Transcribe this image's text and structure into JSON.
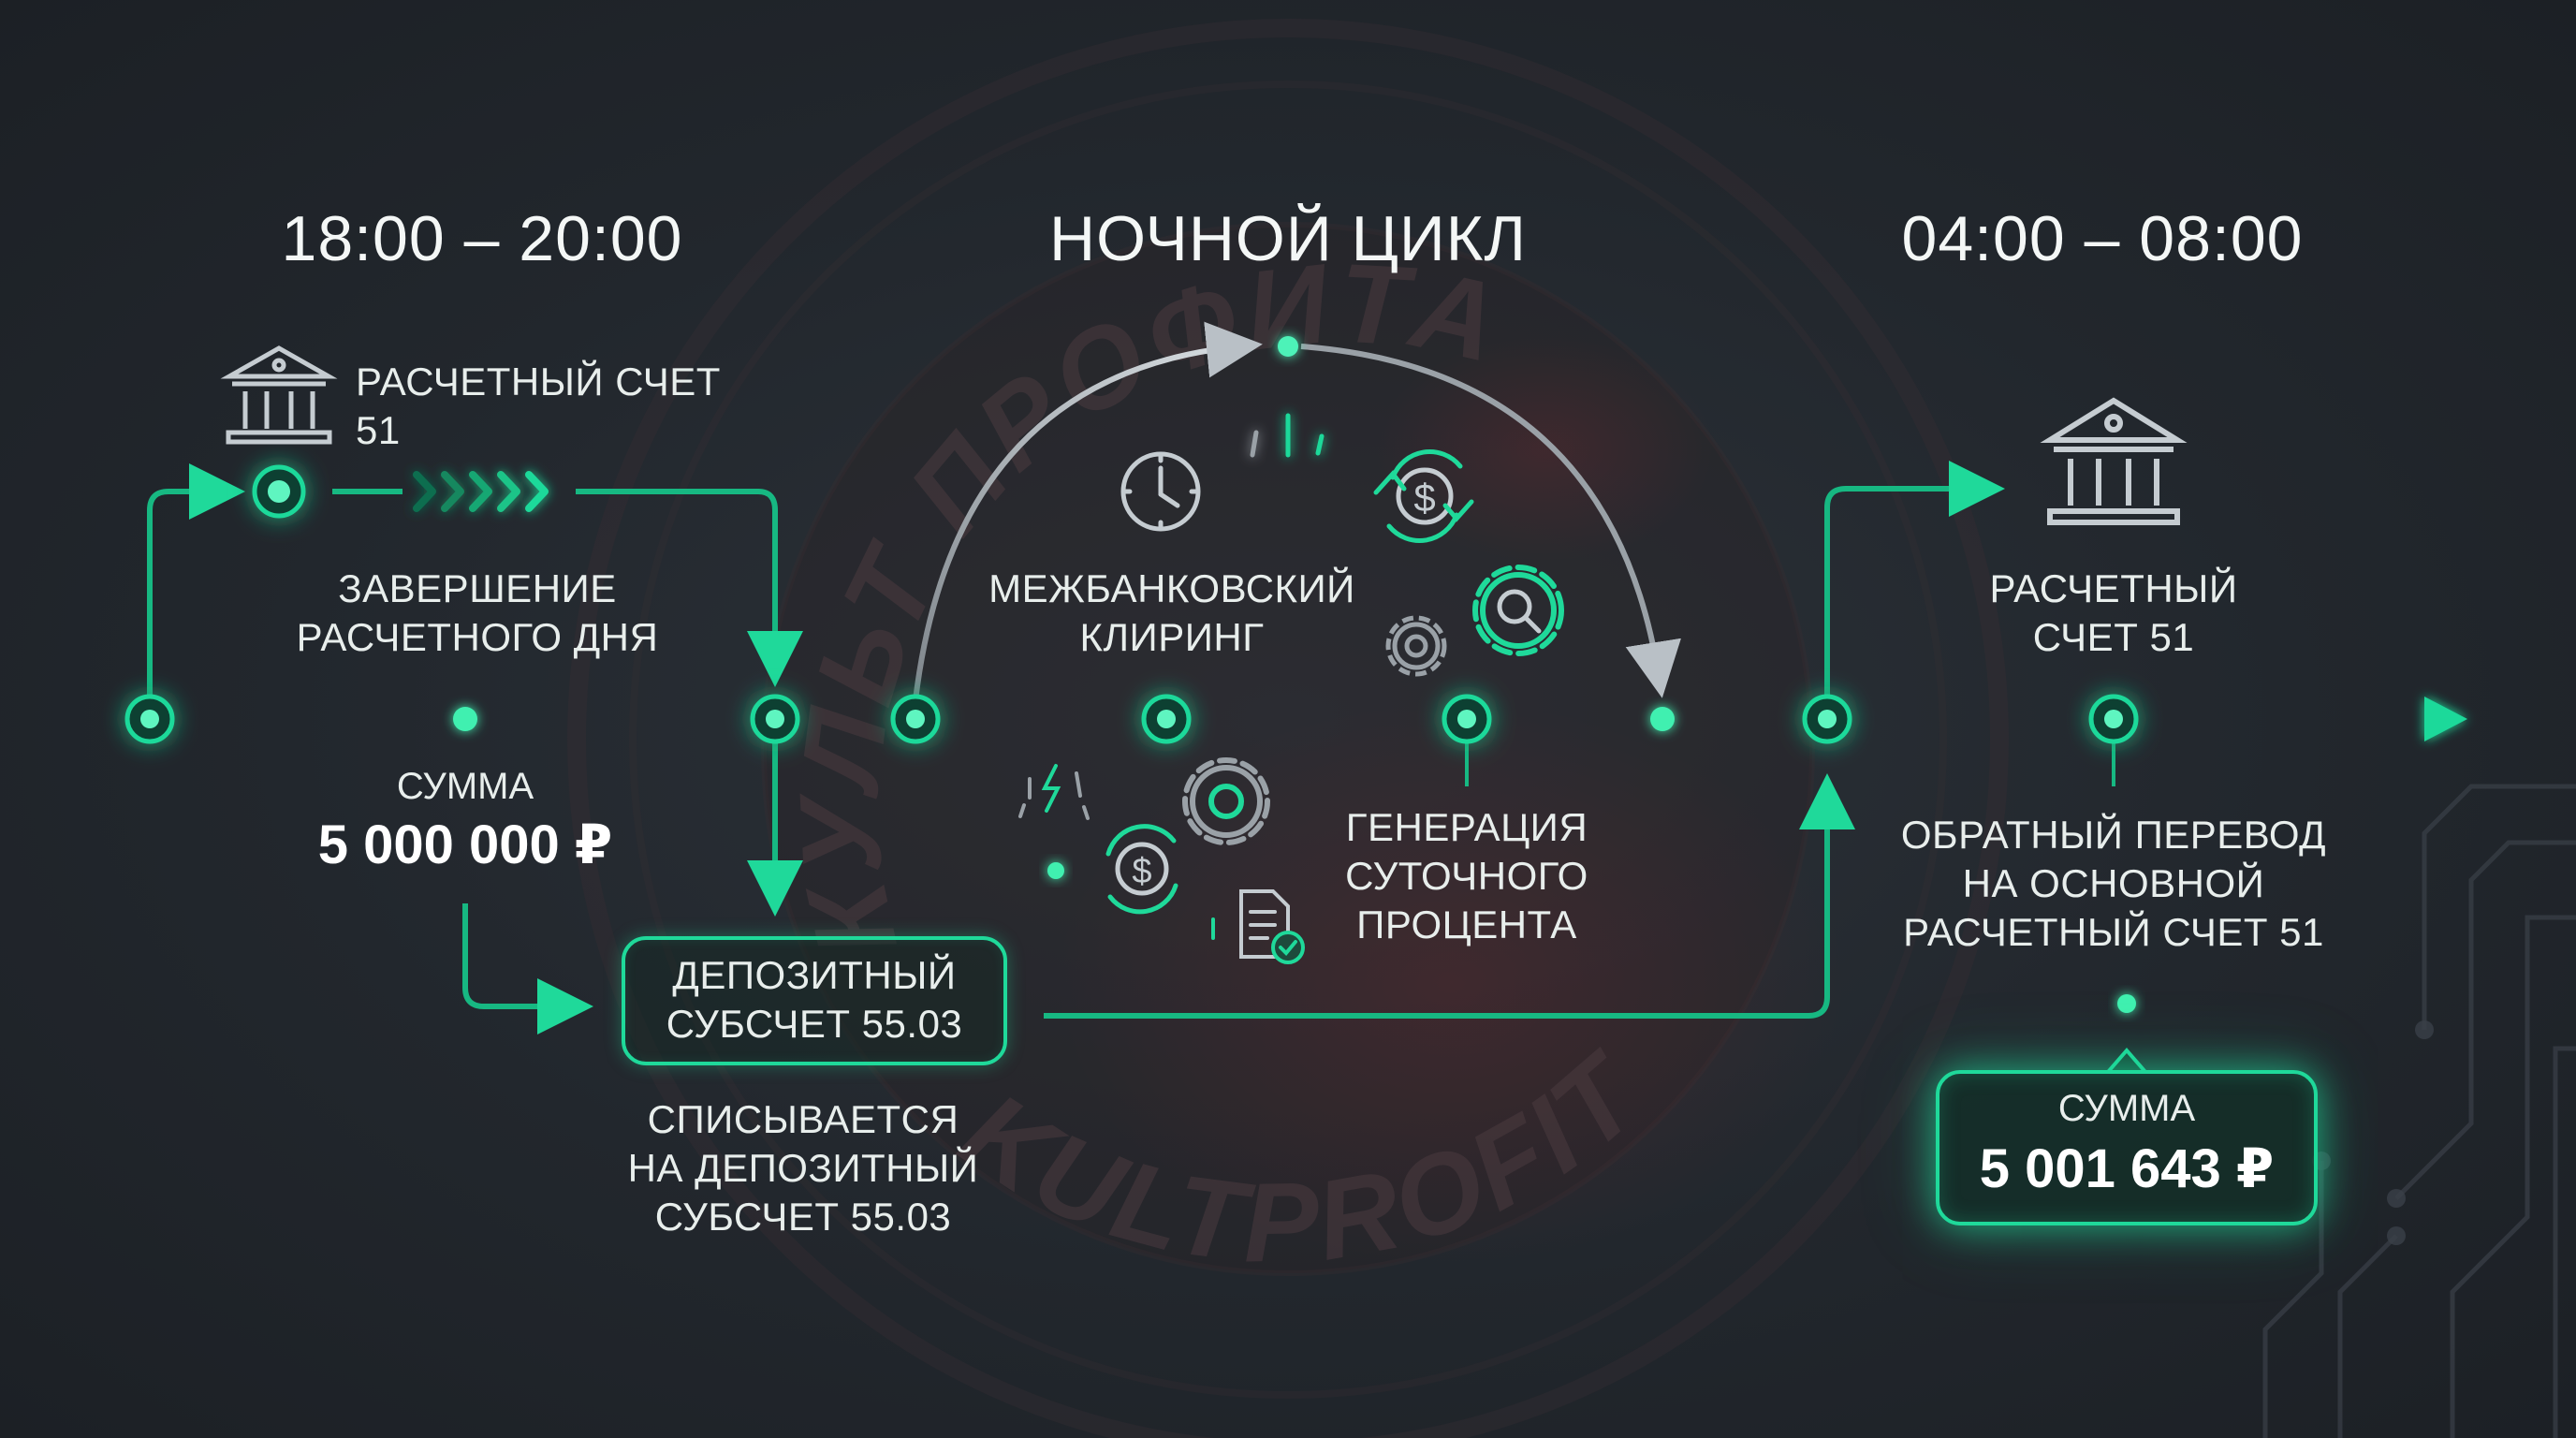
{
  "headers": {
    "left": "18:00 – 20:00",
    "center": "НОЧНОЙ ЦИКЛ",
    "right": "04:00 – 08:00"
  },
  "labels": {
    "account_top": [
      "РАСЧЕТНЫЙ СЧЕТ",
      "51"
    ],
    "day_end": [
      "ЗАВЕРШЕНИЕ",
      "РАСЧЕТНОГО ДНЯ"
    ],
    "interbank": [
      "МЕЖБАНКОВСКИЙ",
      "КЛИРИНГ"
    ],
    "account_right": [
      "РАСЧЕТНЫЙ",
      "СЧЕТ 51"
    ],
    "generation": [
      "ГЕНЕРАЦИЯ",
      "СУТОЧНОГО",
      "ПРОЦЕНТА"
    ],
    "transfer_back": [
      "ОБРАТНЫЙ ПЕРЕВОД",
      "НА ОСНОВНОЙ",
      "РАСЧЕТНЫЙ СЧЕТ 51"
    ],
    "written_off": [
      "СПИСЫВАЕТСЯ",
      "НА ДЕПОЗИТНЫЙ",
      "СУБСЧЕТ 55.03"
    ],
    "deposit_box": [
      "ДЕПОЗИТНЫЙ",
      "СУБСЧЕТ 55.03"
    ]
  },
  "sum_left": {
    "label": "СУММА",
    "value": "5 000 000 ₽"
  },
  "sum_right": {
    "label": "СУММА",
    "value": "5 001 643 ₽"
  },
  "watermark": {
    "top": "КУЛЬТ ПРОФИТА",
    "bottom": "KULTPROFITA"
  },
  "icons": [
    "bank-icon",
    "clock-icon",
    "dollar-cycle-icon",
    "gear-magnifier-icon",
    "gear-icon",
    "document-check-icon",
    "lightning-icon"
  ],
  "colors": {
    "accent": "#1fd99a",
    "accent_dark": "#12b07a",
    "background": "#23282e",
    "arc": "#b9c0c6"
  }
}
